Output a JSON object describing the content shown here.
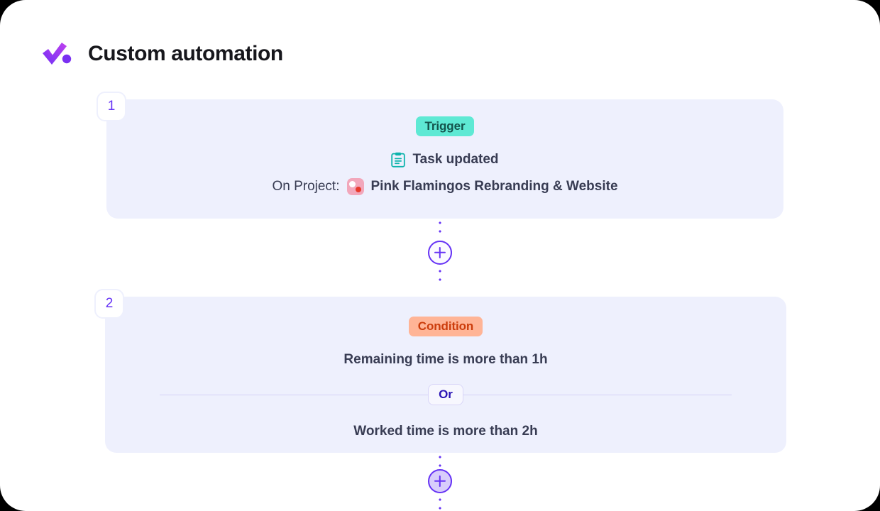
{
  "app": {
    "title": "Custom automation",
    "logo_icon": "checkmark-dot-logo",
    "accent_color": "#6633f5"
  },
  "steps": [
    {
      "number": "1",
      "type_label": "Trigger",
      "type_color_bg": "#5ee9d4",
      "type_color_text": "#14544c",
      "action_icon": "clipboard-icon",
      "action_label": "Task updated",
      "project_label": "On Project:",
      "project_icon": "project-avatar-icon",
      "project_name": "Pink Flamingos Rebranding & Website"
    },
    {
      "number": "2",
      "type_label": "Condition",
      "type_color_bg": "#ffb496",
      "type_color_text": "#cc3d0c",
      "condition_1": "Remaining time is more than 1h",
      "operator": "Or",
      "condition_2": "Worked time is more than 2h"
    }
  ],
  "connectors": [
    {
      "add_icon": "plus-icon",
      "state": "default"
    },
    {
      "add_icon": "plus-icon",
      "state": "active"
    }
  ]
}
